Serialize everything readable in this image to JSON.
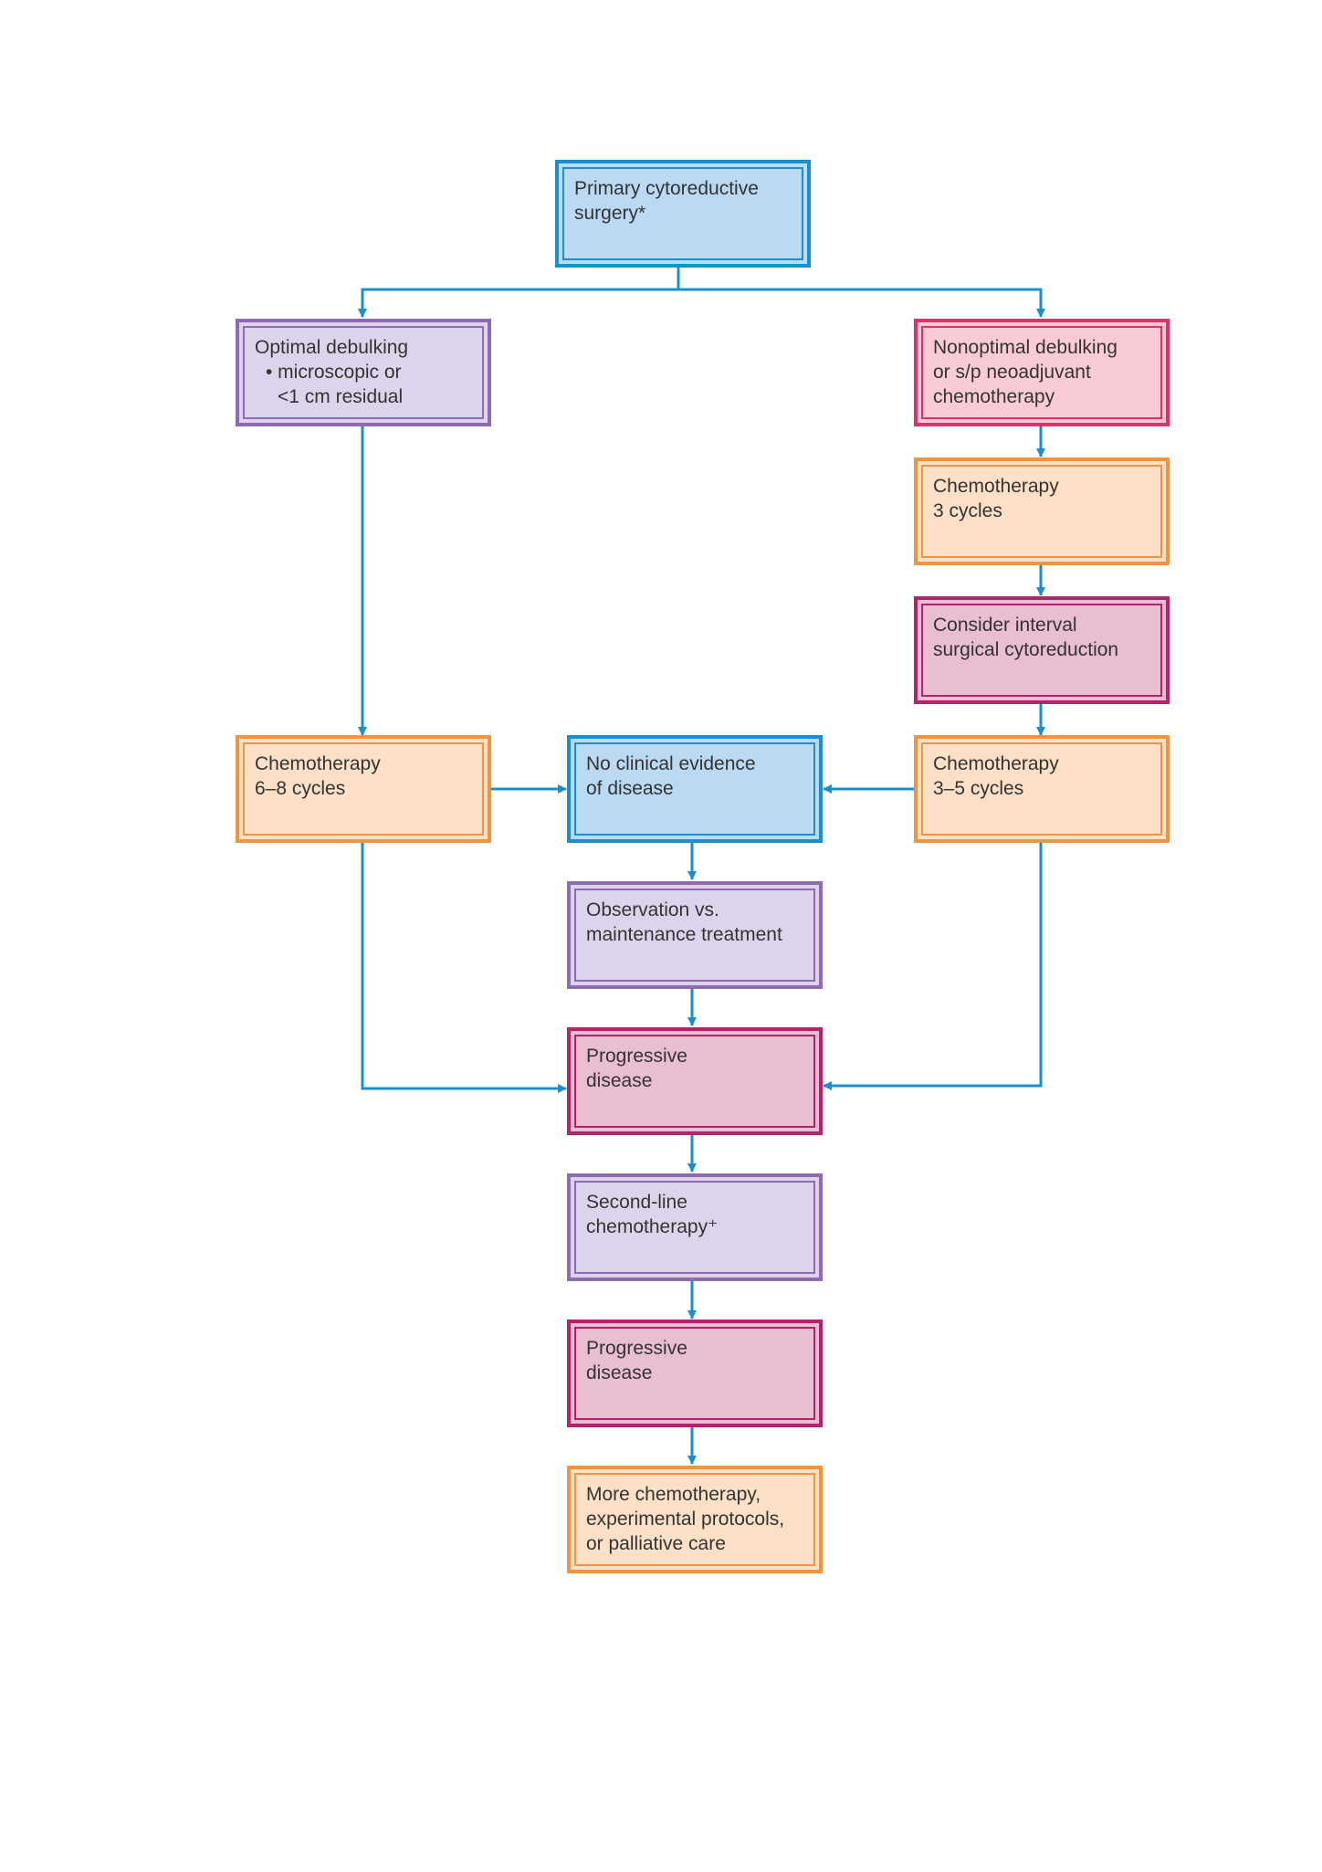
{
  "nodes": {
    "primary_surgery": [
      "Primary cytoreductive",
      "surgery*"
    ],
    "optimal_debulking": [
      "Optimal debulking",
      "• microscopic or",
      "<1 cm residual"
    ],
    "nonoptimal_debulking": [
      "Nonoptimal debulking",
      "or s/p neoadjuvant",
      "chemotherapy"
    ],
    "chemo_3_cycles": [
      "Chemotherapy",
      "3 cycles"
    ],
    "interval_cytoreduction": [
      "Consider interval",
      "surgical cytoreduction"
    ],
    "chemo_6_8_cycles": [
      "Chemotherapy",
      "6–8 cycles"
    ],
    "no_clinical_evidence": [
      "No clinical evidence",
      "of disease"
    ],
    "chemo_3_5_cycles": [
      "Chemotherapy",
      "3–5 cycles"
    ],
    "observation": [
      "Observation vs.",
      "maintenance treatment"
    ],
    "progressive_disease_1": [
      "Progressive",
      "disease"
    ],
    "second_line": [
      "Second-line",
      "chemotherapy⁺"
    ],
    "progressive_disease_2": [
      "Progressive",
      "disease"
    ],
    "more_chemo": [
      "More chemotherapy,",
      "experimental protocols,",
      "or palliative care"
    ]
  },
  "colors": {
    "connector": "#1b8fce",
    "blue_border": "#1b8fce",
    "blue_fill": "#bad9f3",
    "lavender_border": "#8e6bb4",
    "lavender_fill": "#ddd4ec",
    "pink_border": "#e0306a",
    "pink_fill": "#f9cbd6",
    "orange_border": "#ef9441",
    "orange_fill": "#fde0c6",
    "magenta_border": "#b3226a",
    "magenta_fill": "#e9bed2"
  }
}
